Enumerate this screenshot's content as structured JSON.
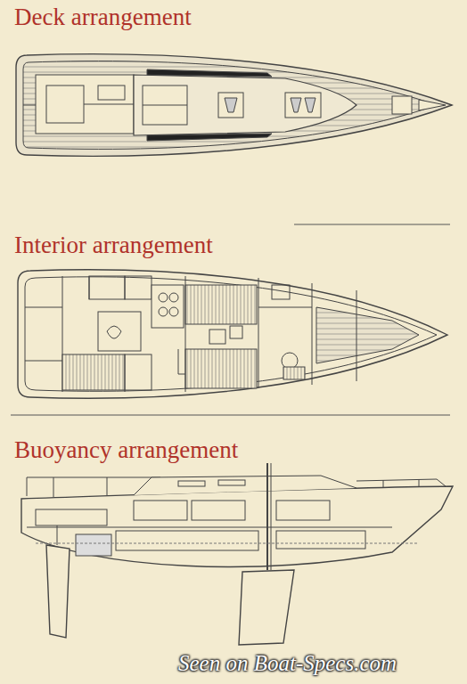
{
  "diagram": {
    "labels": [
      "Deck arrangement",
      "Interior arrangement",
      "Buoyancy arrangement",
      "Seen on Boat-Specs.com"
    ]
  }
}
